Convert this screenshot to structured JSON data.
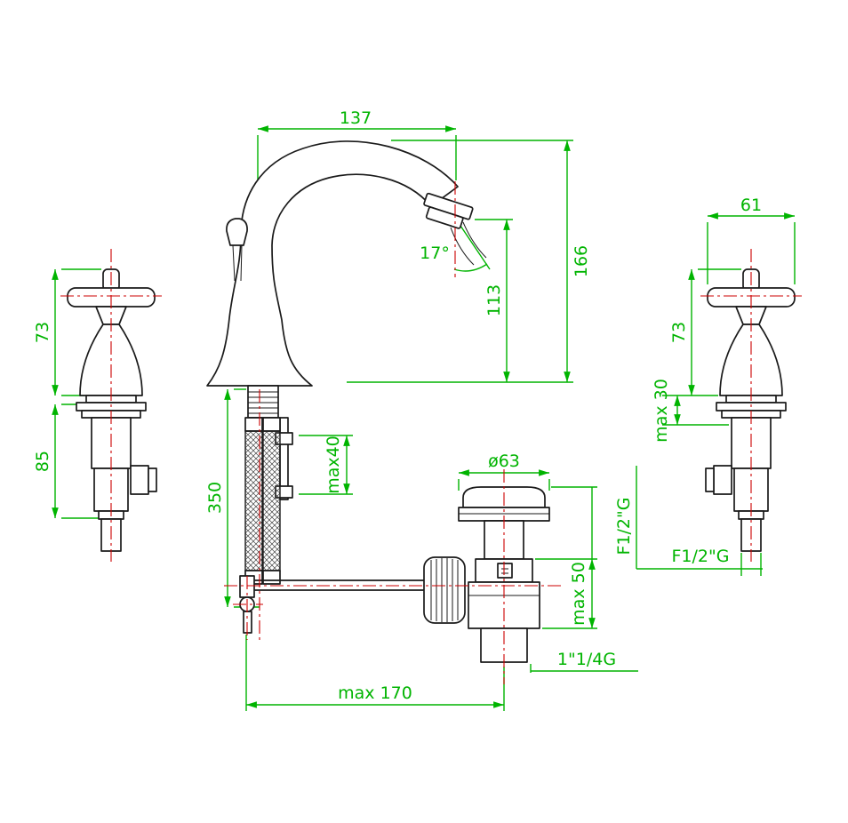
{
  "drawing": {
    "type": "technical-dimension-drawing",
    "subject": "3-hole basin mixer faucet with cross handles and pop-up waste",
    "colors": {
      "dimension": "#00b400",
      "centerline": "#cc0000",
      "outline": "#1a1a1a",
      "background": "#ffffff"
    },
    "labels": {
      "spout_reach": "137",
      "total_height": "166",
      "outlet_height": "113",
      "stream_angle": "17°",
      "right_handle_width": "61",
      "left_handle_height": "73",
      "right_handle_height": "73",
      "left_valve_depth": "85",
      "right_deck_thickness": "max 30",
      "hose_length": "350",
      "deck_thickness": "max40",
      "waste_diameter": "ø63",
      "valve_thread_vertical": "F1/2\"G",
      "valve_thread_horizontal": "F1/2\"G",
      "rod_adjust": "max 50",
      "waste_thread": "1\"1/4G",
      "rod_reach": "max 170"
    }
  }
}
